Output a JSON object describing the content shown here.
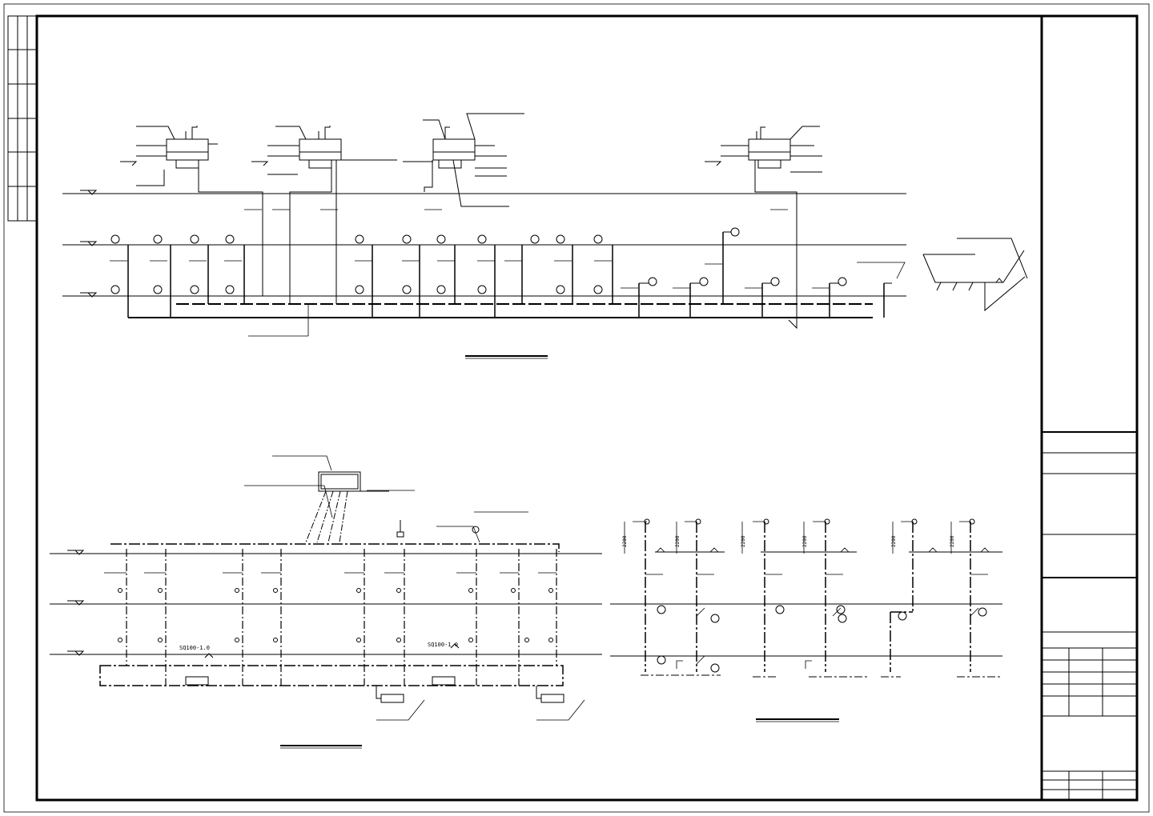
{
  "drawing": {
    "annotations": {
      "valve_model_left": "SQ100-1.0",
      "valve_model_right": "SQ100-1.0",
      "dimension_labels": [
        "2200",
        "2200",
        "2200",
        "2200",
        "2200",
        "2200"
      ]
    }
  }
}
